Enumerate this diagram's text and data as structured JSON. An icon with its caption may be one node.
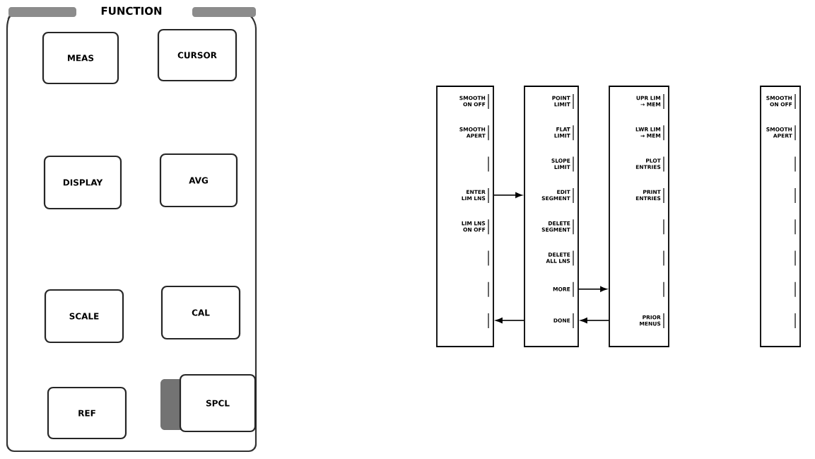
{
  "diagram": {
    "nodes": [
      {
        "text": [
          "FUNCTION"
        ]
      },
      {
        "text": [
          "MEAS"
        ],
        "in": 0
      },
      {
        "text": [
          "CURSOR"
        ],
        "in": 0
      },
      {
        "text": [
          "DISPLAY"
        ],
        "in": 0
      },
      {
        "text": [
          "AVG"
        ],
        "in": 0
      },
      {
        "text": [
          "SCALE"
        ],
        "in": 0
      },
      {
        "text": [
          "CAL"
        ],
        "in": 0
      },
      {
        "text": [
          "REF"
        ],
        "in": 0
      },
      {
        "text": [
          "SPCL"
        ],
        "in": 0
      },
      {
        "text": [],
        "shape": "box"
      },
      {
        "text": [
          "SMOOTH ON OFF"
        ],
        "in": 9
      },
      {
        "text": [
          "SMOOTH APERT"
        ],
        "in": 9
      },
      {
        "text": [
          "ENTER LIM LNS"
        ],
        "in": 9
      },
      {
        "text": [
          "LIM LNS ON OFF"
        ],
        "in": 9
      },
      {
        "text": [],
        "shape": "box"
      },
      {
        "text": [
          "POINT LIMIT"
        ],
        "in": 14
      },
      {
        "text": [
          "FLAT LIMIT"
        ],
        "in": 14
      },
      {
        "text": [
          "SLOPE LIMIT"
        ],
        "in": 14
      },
      {
        "text": [
          "EDIT SEGMENT"
        ],
        "in": 14
      },
      {
        "text": [
          "DELETE SEGMENT"
        ],
        "in": 14
      },
      {
        "text": [
          "DELETE ALL LNS"
        ],
        "in": 14
      },
      {
        "text": [
          "MORE"
        ],
        "in": 14
      },
      {
        "text": [
          "DONE"
        ],
        "in": 14
      },
      {
        "text": [],
        "shape": "box"
      },
      {
        "text": [
          "UPR LIM → MEM"
        ],
        "in": 23
      },
      {
        "text": [
          "LWR LIM → MEM"
        ],
        "in": 23
      },
      {
        "text": [
          "PLOT ENTRIES"
        ],
        "in": 23
      },
      {
        "text": [
          "PRINT ENTRIES"
        ],
        "in": 23
      },
      {
        "text": [
          "PRIOR MENUS"
        ],
        "in": 23
      },
      {
        "text": [],
        "shape": "box"
      },
      {
        "text": [
          "SMOOTH ON OFF"
        ],
        "in": 29
      },
      {
        "text": [
          "SMOOTH APERT"
        ],
        "in": 29
      }
    ],
    "edges": [
      {
        "from": 12,
        "to": 14,
        "arrow": "to"
      },
      {
        "from": 21,
        "to": 23,
        "arrow": "to"
      },
      {
        "from": 22,
        "to": 9,
        "arrow": "to"
      },
      {
        "from": 28,
        "to": 14,
        "arrow": "to"
      }
    ]
  }
}
